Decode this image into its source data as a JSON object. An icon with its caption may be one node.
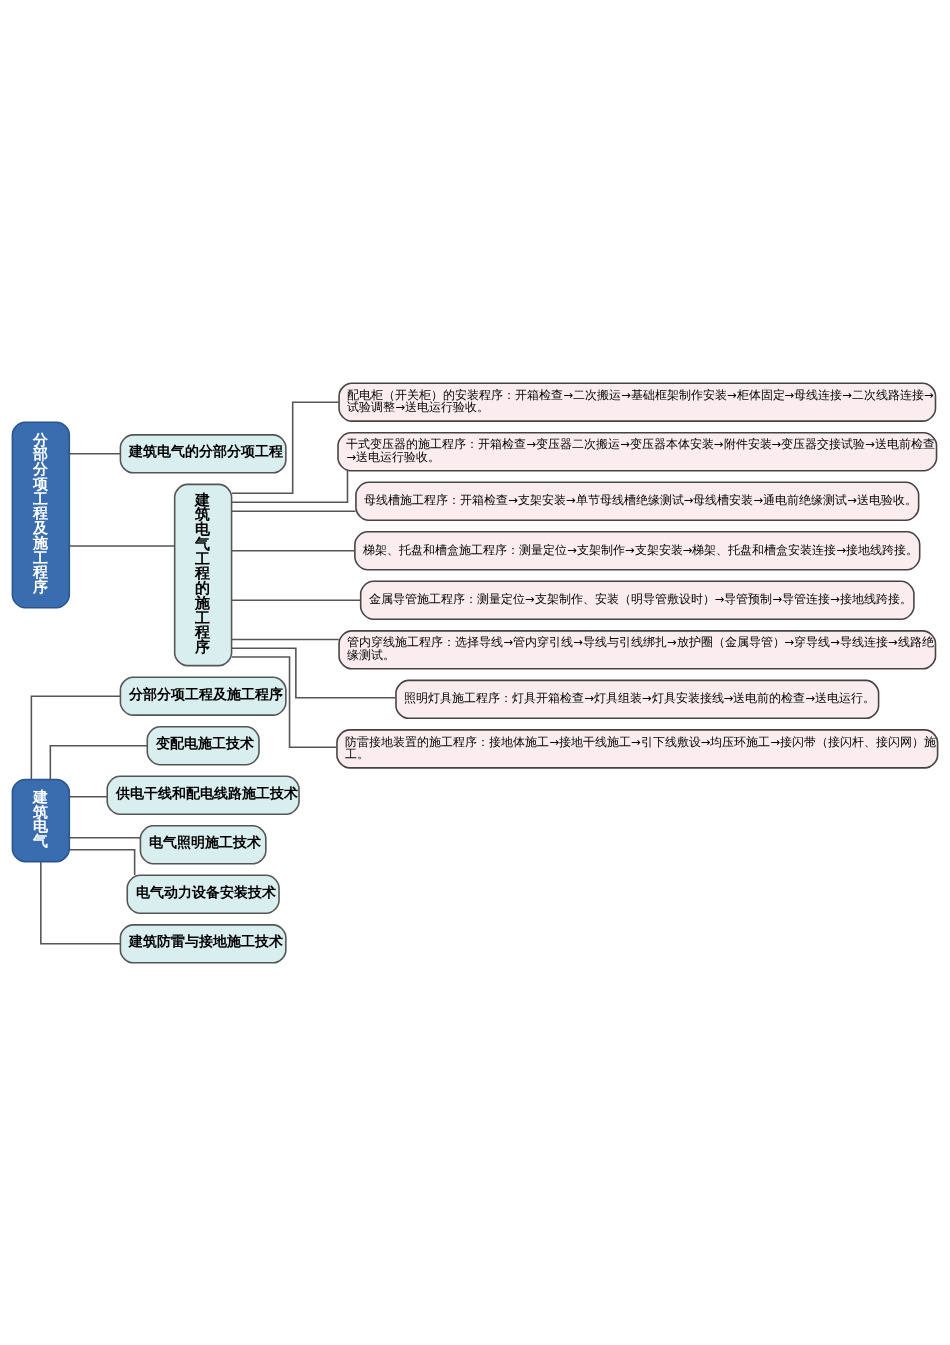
{
  "diagram": {
    "nodes": [
      {
        "text": [
          "建筑电气"
        ]
      },
      {
        "text": [
          "分部分项工程及施工程序"
        ]
      },
      {
        "text": [
          "变配电施工技术"
        ]
      },
      {
        "text": [
          "供电干线和配电线路施工技术"
        ]
      },
      {
        "text": [
          "电气照明施工技术"
        ]
      },
      {
        "text": [
          "电气动力设备安装技术"
        ]
      },
      {
        "text": [
          "建筑防雷与接地施工技术"
        ]
      },
      {
        "text": [
          "分部分项工程及施工程序"
        ]
      },
      {
        "text": [
          "建筑电气的分部分项工程"
        ]
      },
      {
        "text": [
          "建筑电气工程的施工程序"
        ]
      },
      {
        "text": [
          "配电柜（开关柜）的安装程序：开箱检查→二次搬运→基础框架制作安装→柜体固定→母线连接→二次线路连接→试验调整→送电运行验收。"
        ]
      },
      {
        "text": [
          "干式变压器的施工程序：开箱检查→变压器二次搬运→变压器本体安装→附件安装→变压器交接试验→送电前检查→送电运行验收。"
        ]
      },
      {
        "text": [
          "母线槽施工程序：开箱检查→支架安装→单节母线槽绝缘测试→母线槽安装→通电前绝缘测试→送电验收。"
        ]
      },
      {
        "text": [
          "梯架、托盘和槽盒施工程序：测量定位→支架制作→支架安装→梯架、托盘和槽盒安装连接→接地线跨接。"
        ]
      },
      {
        "text": [
          "金属导管施工程序：测量定位→支架制作、安装（明导管敷设时）→导管预制→导管连接→接地线跨接。"
        ]
      },
      {
        "text": [
          "管内穿线施工程序：选择导线→管内穿引线→导线与引线绑扎→放护圈（金属导管）→穿导线→导线连接→线路绝缘测试。"
        ]
      },
      {
        "text": [
          "照明灯具施工程序：灯具开箱检查→灯具组装→灯具安装接线→送电前的检查→送电运行。"
        ]
      },
      {
        "text": [
          "防雷接地装置的施工程序：接地体施工→接地干线施工→引下线敷设→均压环施工→接闪带（接闪杆、接闪网）施工。"
        ]
      }
    ],
    "edges": [
      {
        "from": 0,
        "to": 1,
        "arrow": "none"
      },
      {
        "from": 0,
        "to": 2,
        "arrow": "none"
      },
      {
        "from": 0,
        "to": 3,
        "arrow": "none"
      },
      {
        "from": 0,
        "to": 4,
        "arrow": "none"
      },
      {
        "from": 0,
        "to": 5,
        "arrow": "none"
      },
      {
        "from": 0,
        "to": 6,
        "arrow": "none"
      },
      {
        "from": 7,
        "to": 8,
        "arrow": "none"
      },
      {
        "from": 7,
        "to": 9,
        "arrow": "none"
      },
      {
        "from": 9,
        "to": 10,
        "arrow": "none"
      },
      {
        "from": 9,
        "to": 11,
        "arrow": "none"
      },
      {
        "from": 9,
        "to": 12,
        "arrow": "none"
      },
      {
        "from": 9,
        "to": 13,
        "arrow": "none"
      },
      {
        "from": 9,
        "to": 14,
        "arrow": "none"
      },
      {
        "from": 9,
        "to": 15,
        "arrow": "none"
      },
      {
        "from": 9,
        "to": 16,
        "arrow": "none"
      },
      {
        "from": 9,
        "to": 17,
        "arrow": "none"
      }
    ]
  }
}
